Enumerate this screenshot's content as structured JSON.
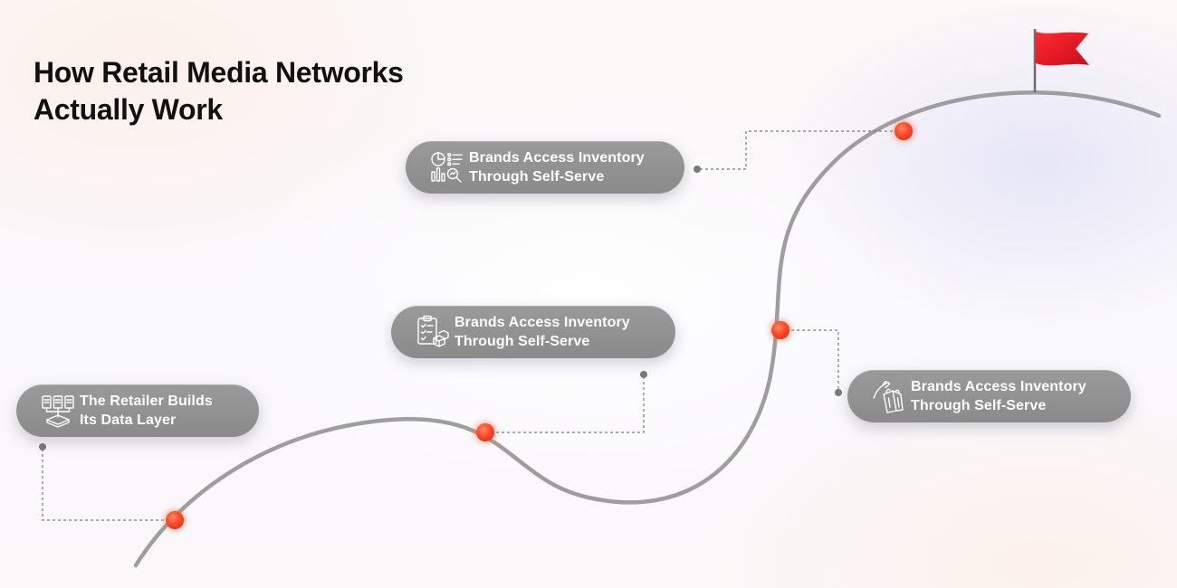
{
  "title": {
    "line1": "How Retail Media Networks",
    "line2": "Actually Work"
  },
  "steps": [
    {
      "line1": "The Retailer Builds",
      "line2": "Its Data Layer",
      "icon": "data-servers-icon"
    },
    {
      "line1": "Brands Access Inventory",
      "line2": "Through Self-Serve",
      "icon": "checklist-boxes-icon"
    },
    {
      "line1": "Brands Access Inventory",
      "line2": "Through Self-Serve",
      "icon": "analytics-dashboard-icon"
    },
    {
      "line1": "Brands Access Inventory",
      "line2": "Through Self-Serve",
      "icon": "shopping-hand-icon"
    }
  ],
  "colors": {
    "path": "#9e9e9e",
    "card": "#929292",
    "dot": "#ff4d2a",
    "flag": "#e5121f",
    "connector": "#7a7a7a"
  }
}
